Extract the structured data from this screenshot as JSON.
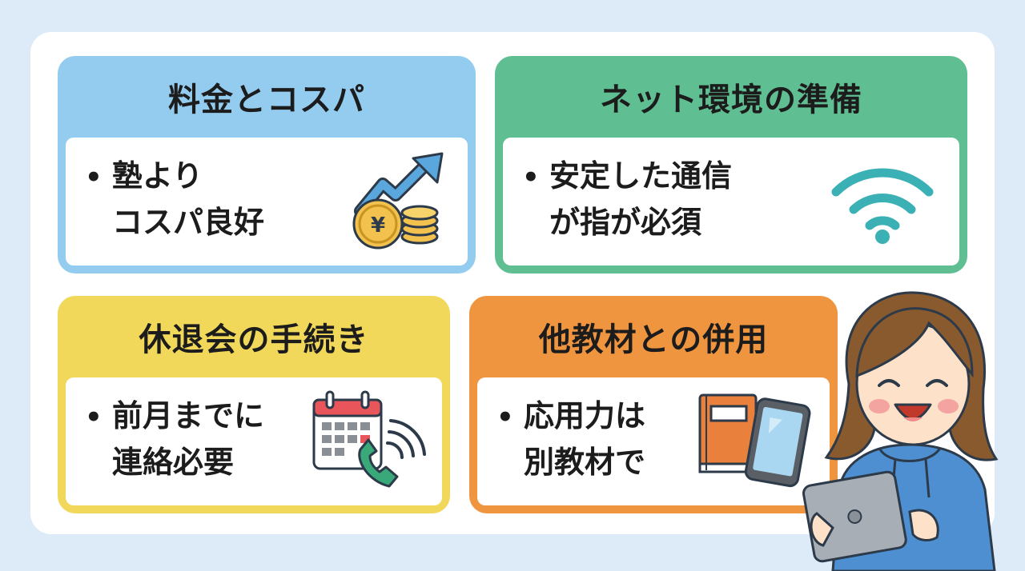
{
  "cards": [
    {
      "title": "料金とコスパ",
      "line1": "塾より",
      "line2": "コスパ良好",
      "icon": "yen-coins-growth-icon",
      "color": "#93ccef"
    },
    {
      "title": "ネット環境の準備",
      "line1": "安定した通信",
      "line2": "が指が必須",
      "icon": "wifi-icon",
      "color": "#5fbf92"
    },
    {
      "title": "休退会の手続き",
      "line1": "前月までに",
      "line2": "連絡必要",
      "icon": "calendar-phone-icon",
      "color": "#f1d85a"
    },
    {
      "title": "他教材との併用",
      "line1": "応用力は",
      "line2": "別教材で",
      "icon": "book-tablet-icon",
      "color": "#f0953f"
    }
  ],
  "coin_symbol": "¥",
  "illustration": "smiling-girl-with-tablet-icon"
}
